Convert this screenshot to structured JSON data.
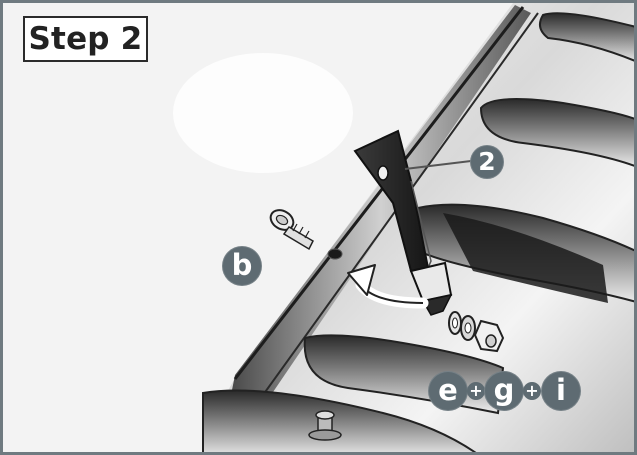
{
  "step_label": "Step 2",
  "callouts": {
    "part_2": "2",
    "part_b": "b",
    "part_e": "e",
    "part_g": "g",
    "part_i": "i",
    "plus_1": "+",
    "plus_2": "+"
  },
  "colors": {
    "badge": "#5e6b72",
    "frame_border": "#6f7a80",
    "metal_dark": "#1f1f1f",
    "metal_light": "#e8e8e8"
  }
}
